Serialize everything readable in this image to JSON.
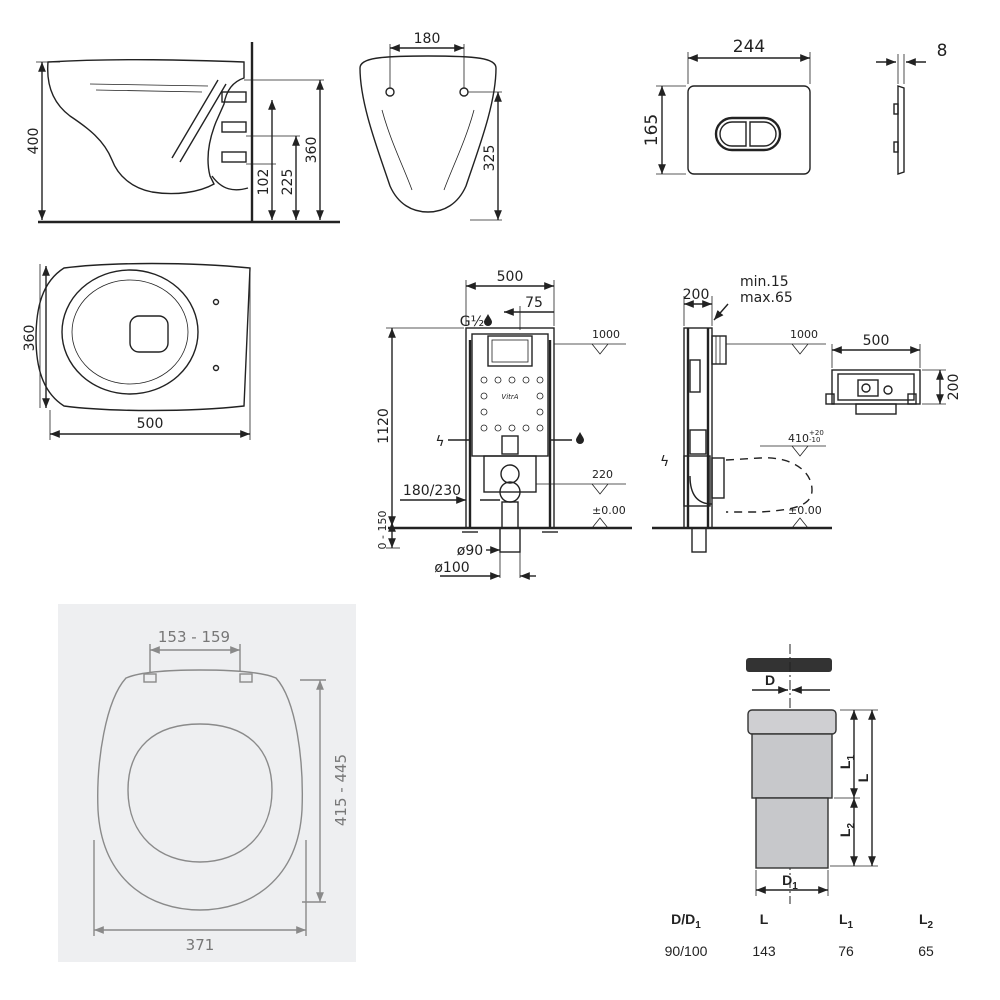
{
  "toilet_side": {
    "h_total": "400",
    "h_frame": "360",
    "h_outlet": "225",
    "h_pipe": "102"
  },
  "toilet_front": {
    "w_holes": "180",
    "h_holes": "325"
  },
  "toilet_top": {
    "depth": "360",
    "length": "500"
  },
  "flush_plate_front": {
    "width": "244",
    "height": "165"
  },
  "flush_plate_side": {
    "thickness": "8"
  },
  "frame_front": {
    "width": "500",
    "offset": "75",
    "water_inlet": "G½",
    "height": "1120",
    "level_top": "1000",
    "level_outlet": "220",
    "level_floor": "±0.00",
    "spacing": "180/230",
    "floor_range": "0 - 150",
    "pipe_a": "ø90",
    "pipe_b": "ø100",
    "brand": "VitrA"
  },
  "frame_side": {
    "depth": "200",
    "min": "min.15",
    "max": "max.65",
    "level_top": "1000",
    "level_bowl": "410",
    "level_bowl_tol_plus": "+20",
    "level_bowl_tol_minus": "-10",
    "level_floor": "±0.00"
  },
  "frame_top": {
    "width": "500",
    "depth": "200"
  },
  "seat": {
    "hinge": "153 - 159",
    "length": "415 - 445",
    "width": "371",
    "bg_color": "#eeeff1"
  },
  "pipe": {
    "labels": {
      "d": "D",
      "d1": "D",
      "d1_sub": "1",
      "l": "L",
      "l1": "L",
      "l1_sub": "1",
      "l2": "L",
      "l2_sub": "2"
    },
    "table": {
      "headers": [
        {
          "main": "D/D",
          "sub": "1"
        },
        {
          "main": "L",
          "sub": ""
        },
        {
          "main": "L",
          "sub": "1"
        },
        {
          "main": "L",
          "sub": "2"
        }
      ],
      "values": [
        "90/100",
        "143",
        "76",
        "65"
      ]
    }
  }
}
